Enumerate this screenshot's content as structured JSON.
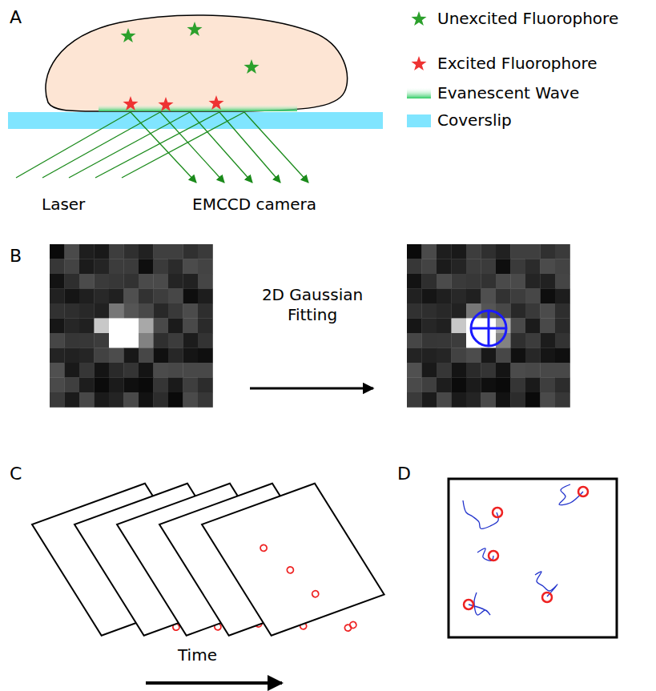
{
  "diagram": {
    "labels": [
      "A",
      "Laser",
      "EMCCD camera",
      "B",
      "2D Gaussian Fitting",
      "C",
      "Time",
      "D"
    ],
    "legend": [
      {
        "text": "Unexcited Fluorophore"
      },
      {
        "text": "Excited Fluorophore"
      },
      {
        "text": "Evanescent Wave"
      },
      {
        "text": "Coverslip",
        "color": "#80e5ff"
      }
    ]
  }
}
